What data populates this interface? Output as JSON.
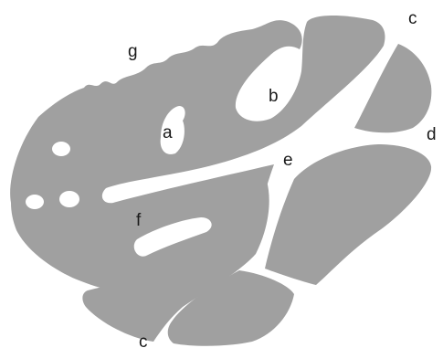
{
  "colors": {
    "region_fill": "#a0a0a0",
    "background": "#ffffff",
    "label_text": "#1a1a1a"
  },
  "labels": {
    "a": "a",
    "b": "b",
    "c_top": "c",
    "c_bottom": "c",
    "d": "d",
    "e": "e",
    "f": "f",
    "g": "g"
  }
}
